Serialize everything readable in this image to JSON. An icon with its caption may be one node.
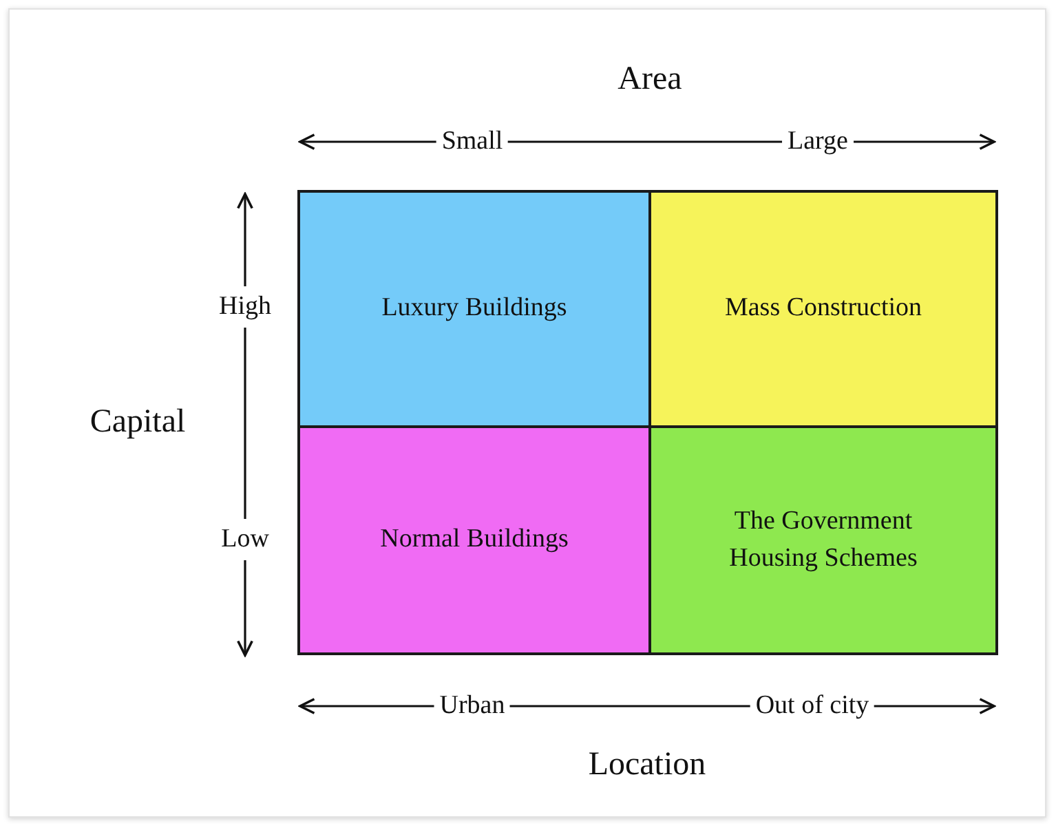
{
  "diagram": {
    "nodes": [
      {
        "text": [
          "Luxury Buildings"
        ]
      },
      {
        "text": [
          "Mass Construction"
        ]
      },
      {
        "text": [
          "Normal Buildings"
        ]
      },
      {
        "text": [
          "The Government Housing Schemes"
        ]
      }
    ],
    "labels": [
      "Area",
      "Small",
      "Large",
      "High",
      "Capital",
      "Low",
      "Urban",
      "Out of city",
      "Location"
    ]
  }
}
